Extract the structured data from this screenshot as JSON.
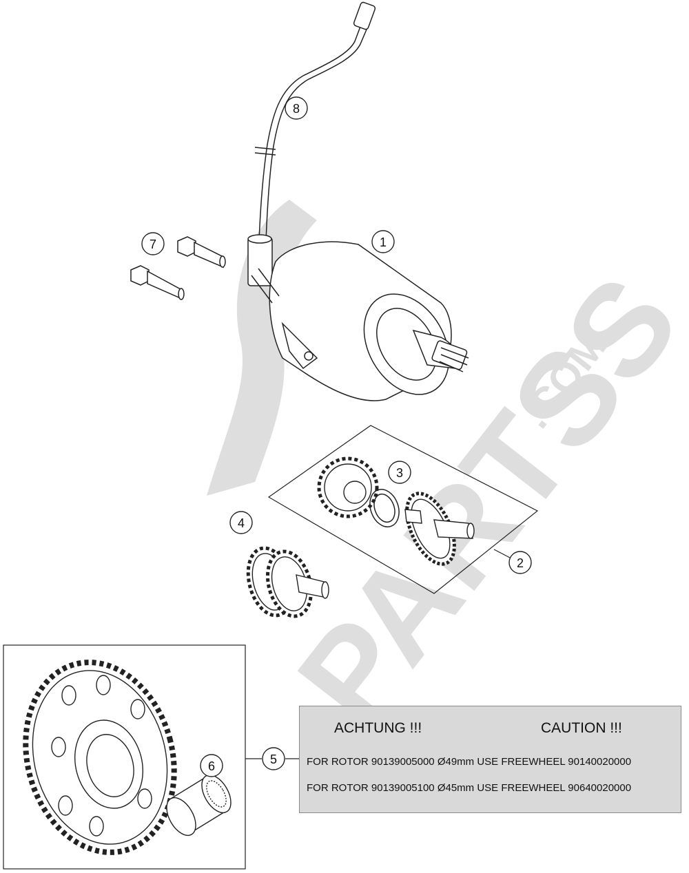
{
  "callouts": [
    "1",
    "2",
    "3",
    "4",
    "5",
    "6",
    "7",
    "8"
  ],
  "watermark": {
    "text": "PARTSS",
    "suffix": ".COM"
  },
  "note": {
    "header_de": "ACHTUNG !!!",
    "header_en": "CAUTION !!!",
    "line1": "FOR ROTOR 90139005000 Ø49mm USE FREEWHEEL 90140020000",
    "line2": "FOR ROTOR 90139005100 Ø45mm USE FREEWHEEL 90640020000"
  }
}
